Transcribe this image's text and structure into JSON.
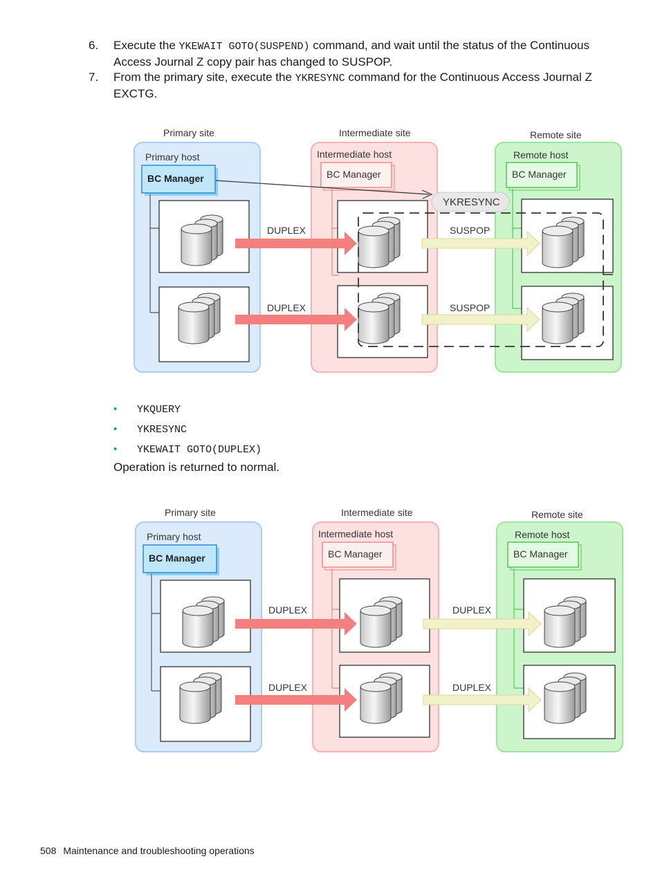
{
  "steps": [
    {
      "number": "6.",
      "text_before": "Execute the ",
      "command": "YKEWAIT GOTO(SUSPEND)",
      "text_after": " command, and wait until the status of the Continuous Access Journal Z copy pair has changed to SUSPOP."
    },
    {
      "number": "7.",
      "text_before": "From the primary site, execute the ",
      "command": "YKRESYNC",
      "text_after": " command for the Continuous Access Journal Z EXCTG."
    }
  ],
  "diagram1": {
    "primary_site": "Primary site",
    "primary_host": "Primary host",
    "bc_manager_primary": "BC Manager",
    "intermediate_site": "Intermediate site",
    "intermediate_host": "Intermediate host",
    "bc_manager_intermediate": "BC Manager",
    "remote_site": "Remote site",
    "remote_host": "Remote host",
    "bc_manager_remote": "BC Manager",
    "command_label": "YKRESYNC",
    "left_pair_labels": [
      "DUPLEX",
      "DUPLEX"
    ],
    "right_pair_labels": [
      "SUSPOP",
      "SUSPOP"
    ]
  },
  "bullets": [
    "YKQUERY",
    "YKRESYNC",
    "YKEWAIT GOTO(DUPLEX)"
  ],
  "paragraph": "Operation is returned to normal.",
  "diagram2": {
    "primary_site": "Primary site",
    "primary_host": "Primary host",
    "bc_manager_primary": "BC Manager",
    "intermediate_site": "Intermediate site",
    "intermediate_host": "Intermediate host",
    "bc_manager_intermediate": "BC Manager",
    "remote_site": "Remote site",
    "remote_host": "Remote host",
    "bc_manager_remote": "BC Manager",
    "left_pair_labels": [
      "DUPLEX",
      "DUPLEX"
    ],
    "right_pair_labels": [
      "DUPLEX",
      "DUPLEX"
    ]
  },
  "footer": {
    "page_number": "508",
    "section_title": "Maintenance and troubleshooting operations"
  },
  "colors": {
    "primary_fill": "#dcebfb",
    "primary_stroke": "#a9cdef",
    "intermediate_fill": "#fde0e0",
    "intermediate_stroke": "#f5b3b3",
    "remote_fill": "#ccf5cc",
    "remote_stroke": "#9de29d",
    "bc_manager_primary": "#bfe6fb",
    "duplex_arrow": "#f47f7f",
    "suspop_arrow": "#f2f2c8",
    "bullet": "#1f8fce"
  }
}
